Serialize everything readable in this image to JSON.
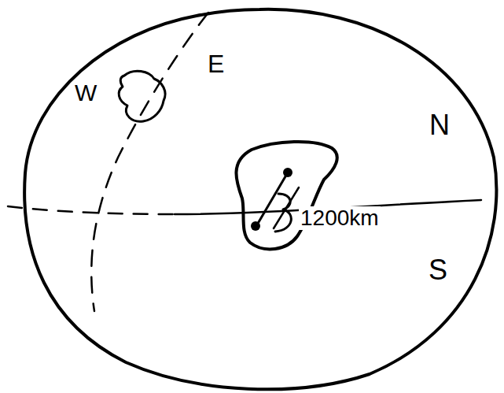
{
  "diagram": {
    "labels": [
      "W",
      "E",
      "N",
      "S",
      "1200km"
    ]
  }
}
